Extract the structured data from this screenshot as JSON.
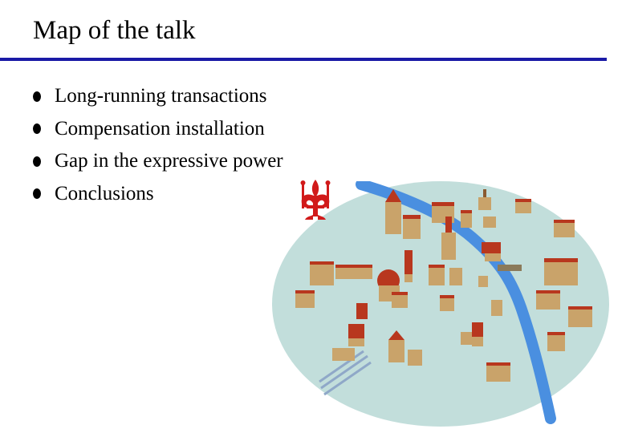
{
  "slide": {
    "title": "Map of the talk",
    "bullets": [
      "Long-running transactions",
      "Compensation installation",
      "Gap in the expressive power",
      "Conclusions"
    ]
  },
  "colors": {
    "title_rule": "#1a1aa6",
    "map_background": "#c2dedb",
    "river": "#4a8fe0",
    "fleur": "#d11a1a",
    "building_roof": "#b8371e",
    "building_wall": "#c9a36a"
  },
  "icons": {
    "bullet": "bullet-dot-icon",
    "emblem": "fleur-de-lis-icon",
    "map": "florence-map-illustration"
  }
}
